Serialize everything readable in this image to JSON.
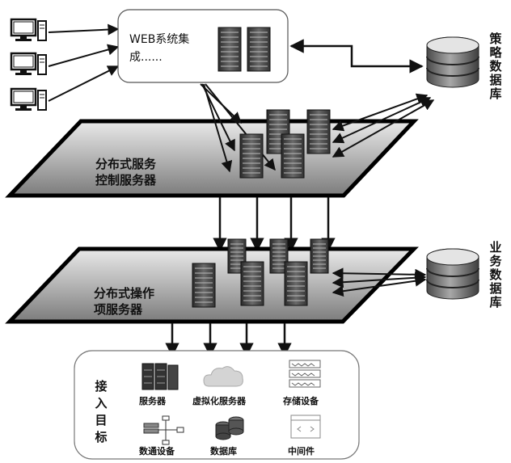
{
  "web_system": {
    "line1": "WEB系统集",
    "line2": "成......"
  },
  "strategy_db": {
    "label": "策略数据库"
  },
  "business_db": {
    "label": "业务数据库"
  },
  "control_layer": {
    "line1": "分布式服务",
    "line2": "控制服务器"
  },
  "operation_layer": {
    "line1": "分布式操作",
    "line2": "项服务器"
  },
  "targets": {
    "label": "接入目标",
    "items": [
      {
        "label": "服务器",
        "icon": "server-rack-icon"
      },
      {
        "label": "虚拟化服务器",
        "icon": "cloud-icon"
      },
      {
        "label": "存储设备",
        "icon": "storage-icon"
      },
      {
        "label": "数通设备",
        "icon": "network-device-icon"
      },
      {
        "label": "数据库",
        "icon": "database-icon"
      },
      {
        "label": "中间件",
        "icon": "middleware-icon"
      }
    ]
  }
}
